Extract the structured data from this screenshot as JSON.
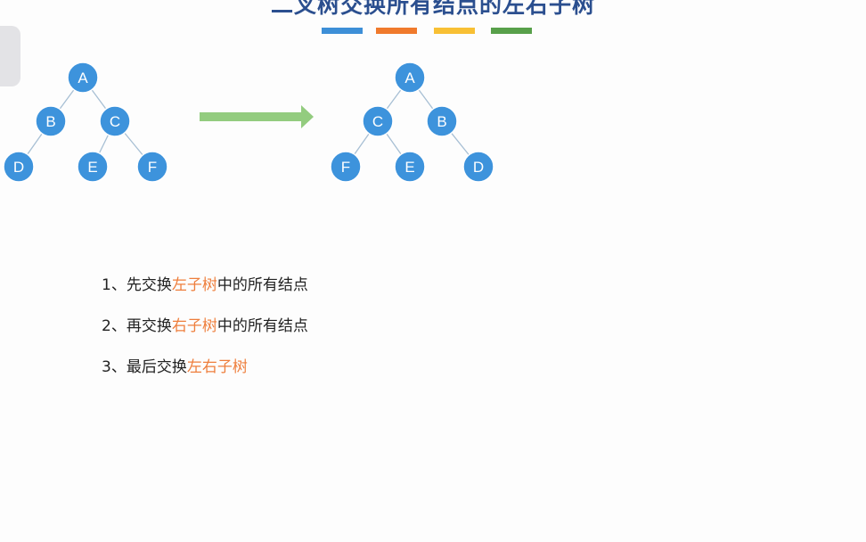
{
  "title": "二叉树交换所有结点的左右子树",
  "color_bars": [
    "#3d8fd7",
    "#f07a2c",
    "#f8c034",
    "#58a04a"
  ],
  "colors": {
    "node_fill": "#3d93dc",
    "edge": "#a7bfd4",
    "arrow": "#93cc7f",
    "highlight": "#ee7e3c"
  },
  "diagram": {
    "left_tree": {
      "nodes": [
        "A",
        "B",
        "C",
        "D",
        "E",
        "F"
      ],
      "edges": [
        [
          "A",
          "B"
        ],
        [
          "A",
          "C"
        ],
        [
          "B",
          "D"
        ],
        [
          "C",
          "E"
        ],
        [
          "C",
          "F"
        ]
      ]
    },
    "arrow_icon": "right-arrow",
    "right_tree": {
      "nodes": [
        "A",
        "C",
        "B",
        "F",
        "E",
        "D"
      ],
      "edges": [
        [
          "A",
          "C"
        ],
        [
          "A",
          "B"
        ],
        [
          "C",
          "F"
        ],
        [
          "C",
          "E"
        ],
        [
          "B",
          "D"
        ]
      ]
    }
  },
  "steps": [
    {
      "prefix": "1、先交换",
      "highlight": "左子树",
      "suffix": "中的所有结点"
    },
    {
      "prefix": "2、再交换",
      "highlight": "右子树",
      "suffix": "中的所有结点"
    },
    {
      "prefix": "3、最后交换",
      "highlight": "左右子树",
      "suffix": ""
    }
  ]
}
